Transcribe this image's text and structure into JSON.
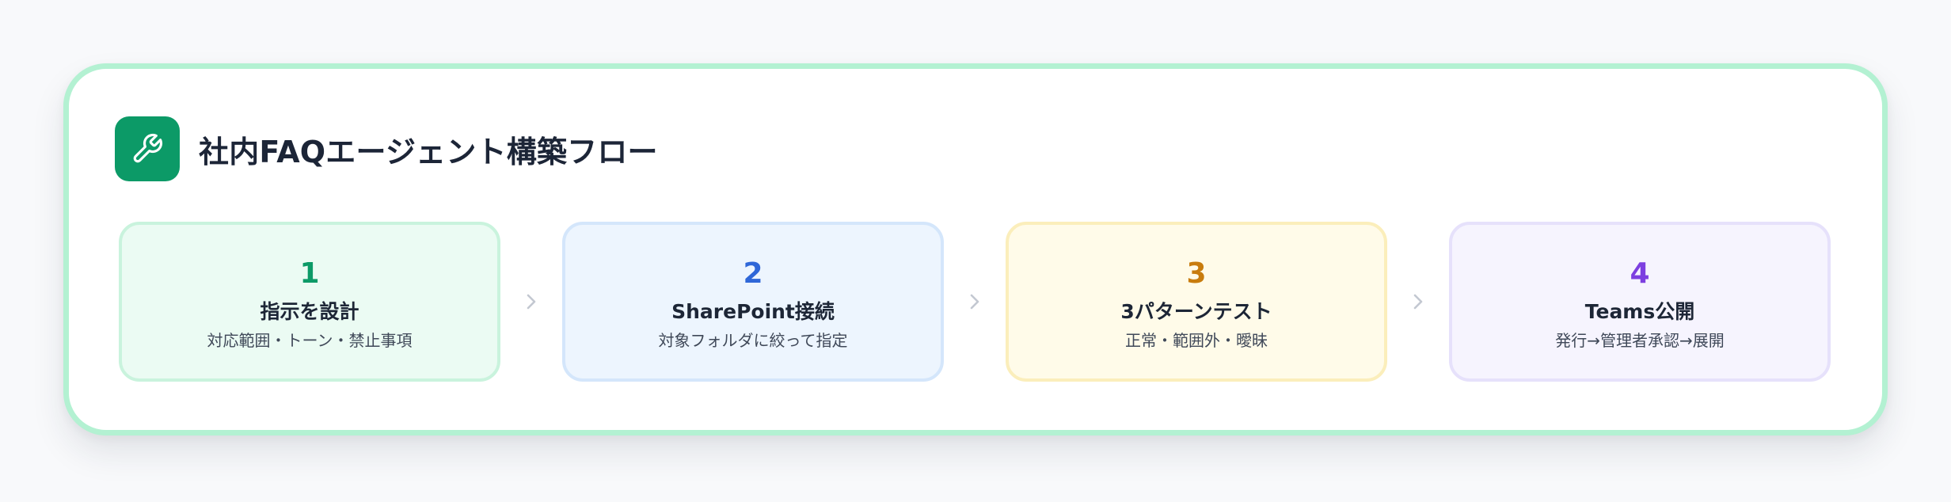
{
  "header": {
    "title": "社内FAQエージェント構築フロー",
    "icon": "wrench-icon",
    "icon_bg": "#0c9a67"
  },
  "steps": [
    {
      "number": "1",
      "title": "指示を設計",
      "description": "対応範囲・トーン・禁止事項",
      "accent": "#0c9a67",
      "background": "#ebfbf3",
      "border": "#c9f3dd"
    },
    {
      "number": "2",
      "title": "SharePoint接続",
      "description": "対象フォルダに絞って指定",
      "accent": "#2f67d8",
      "background": "#edf5fe",
      "border": "#d4e6fb"
    },
    {
      "number": "3",
      "title": "3パターンテスト",
      "description": "正常・範囲外・曖昧",
      "accent": "#c87c0e",
      "background": "#fffbe9",
      "border": "#fbeebb"
    },
    {
      "number": "4",
      "title": "Teams公開",
      "description": "発行→管理者承認→展開",
      "accent": "#7d3fe0",
      "background": "#f6f4fe",
      "border": "#e6e1fb"
    }
  ],
  "colors": {
    "card_border": "#b3f1d2",
    "page_background": "#f8f9fb",
    "arrow": "#c3c8d1"
  }
}
